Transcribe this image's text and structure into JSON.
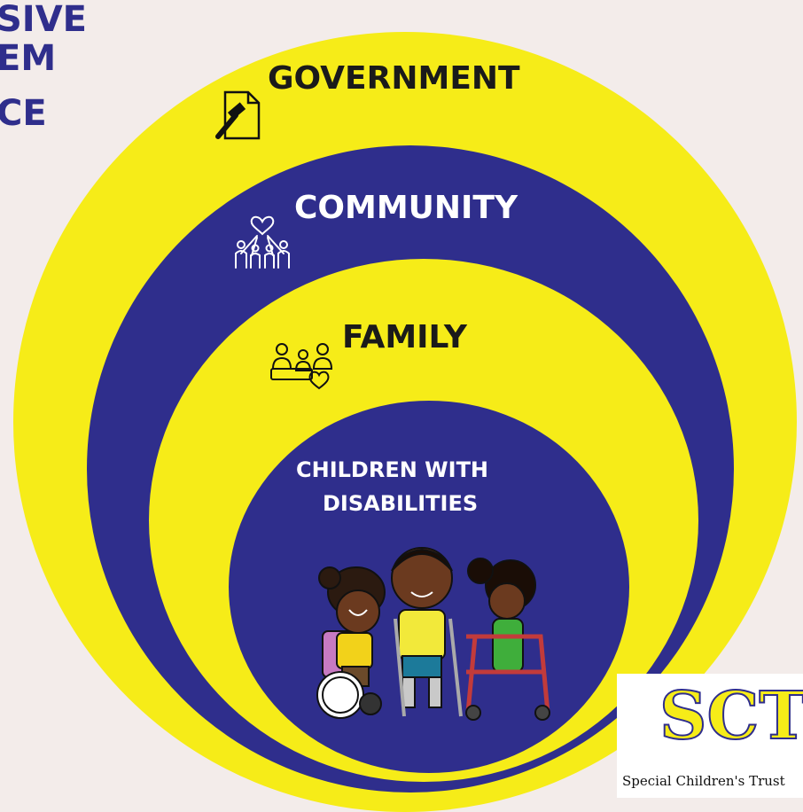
{
  "corner_title": {
    "line1": "SIVE",
    "line2": "EM",
    "line3": "CE"
  },
  "levels": {
    "government": "GOVERNMENT",
    "community": "COMMUNITY",
    "family": "FAMILY",
    "children_line1": "CHILDREN WITH",
    "children_line2": "DISABILITIES"
  },
  "icons": {
    "government": "gavel-document-icon",
    "community": "hands-heart-icon",
    "family": "family-heart-icon",
    "children": "children-illustration"
  },
  "colors": {
    "background": "#f3ecea",
    "yellow": "#f6ec18",
    "navy": "#2f2e8c"
  },
  "logo": {
    "mark": "SCT",
    "caption": "Special Children's Trust"
  }
}
